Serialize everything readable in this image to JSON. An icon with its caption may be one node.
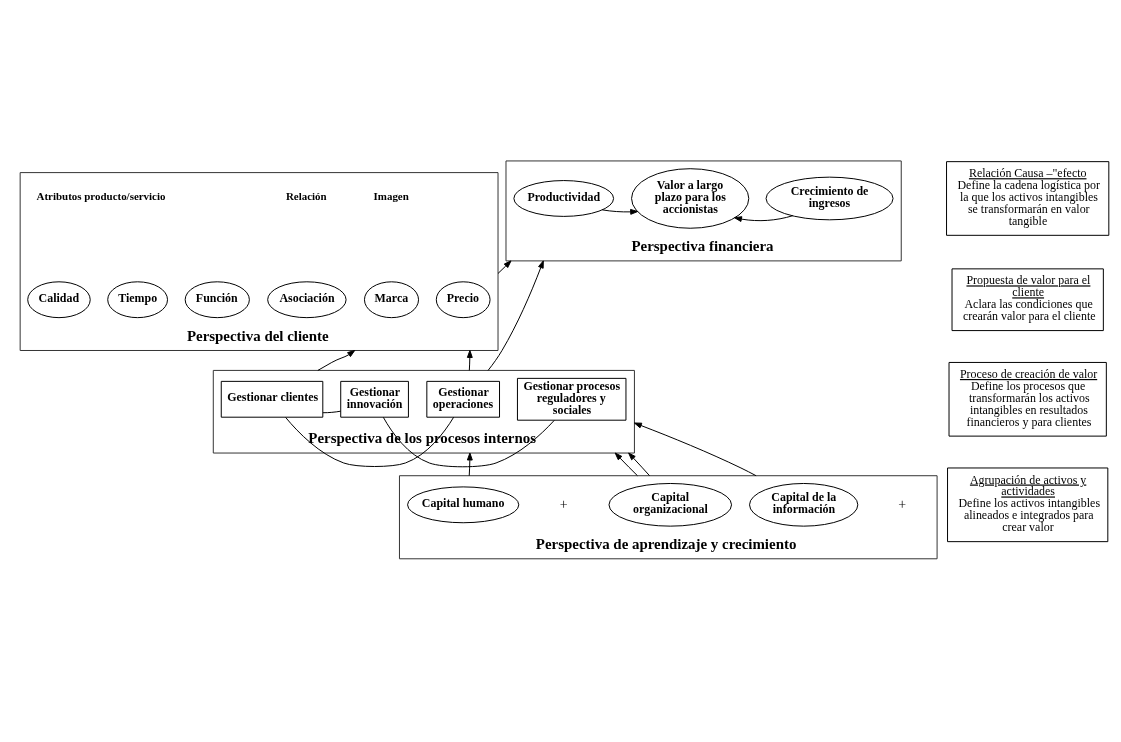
{
  "diagram": {
    "nodes": [
      {
        "text": [
          "Perspectiva financiera"
        ]
      },
      {
        "text": [
          "Productividad"
        ],
        "in": 0
      },
      {
        "text": [
          "Valor a largo plazo para los accionistas"
        ],
        "in": 0
      },
      {
        "text": [
          "Crecimiento de ingresos"
        ],
        "in": 0
      },
      {
        "text": [
          "Perspectiva del cliente"
        ]
      },
      {
        "text": [
          "Precio"
        ],
        "in": 4
      },
      {
        "text": [
          "Calidad"
        ],
        "in": 4
      },
      {
        "text": [
          "Tiempo"
        ],
        "in": 4
      },
      {
        "text": [
          "Función"
        ],
        "in": 4
      },
      {
        "text": [
          "Asociación"
        ],
        "in": 4
      },
      {
        "text": [
          "Marca"
        ],
        "in": 4
      },
      {
        "text": [
          "Perspectiva de los procesos internos"
        ]
      },
      {
        "text": [
          "Gestionar operaciones"
        ],
        "in": 11
      },
      {
        "text": [
          "Gestionar clientes"
        ],
        "in": 11
      },
      {
        "text": [
          "Gestionar innovación"
        ],
        "in": 11
      },
      {
        "text": [
          "Gestionar procesos reguladores y sociales"
        ],
        "in": 11
      },
      {
        "text": [
          "Perspectiva de aprendizaje y crecimiento"
        ]
      },
      {
        "text": [
          "Capital humano"
        ],
        "in": 16
      },
      {
        "text": [
          "Capital de la información"
        ],
        "in": 16
      },
      {
        "text": [
          "Capital organizacional"
        ],
        "in": 16
      },
      {
        "text": [
          "Relación Causa –\"efecto",
          "Define la cadena logística por la que los activos intangibles se transformarán en valor tangible"
        ]
      },
      {
        "text": [
          "Propuesta de valor para el cliente",
          "Aclara las condiciones que crearán valor para el cliente"
        ]
      },
      {
        "text": [
          "Proceso de creación de valor",
          "Define los procesos que transformarán los activos intangibles en resultados financieros y para clientes"
        ]
      },
      {
        "text": [
          "Agrupación de activos y actividades",
          "Define los activos intangibles alineados e integrados para crear valor"
        ]
      }
    ],
    "edges": [
      {
        "from": 1,
        "to": 2,
        "arrow": "to"
      },
      {
        "from": 3,
        "to": 2,
        "arrow": "to"
      },
      {
        "from": 11,
        "to": 0,
        "arrow": "to"
      },
      {
        "from": 4,
        "to": 0,
        "arrow": "to"
      },
      {
        "from": 11,
        "to": 4,
        "arrow": "to"
      },
      {
        "from": 11,
        "to": 4,
        "arrow": "to"
      },
      {
        "from": 12,
        "to": 13,
        "arrow": "none"
      },
      {
        "from": 13,
        "to": 14,
        "arrow": "none"
      },
      {
        "from": 14,
        "to": 15,
        "arrow": "none"
      },
      {
        "from": 16,
        "to": 11,
        "arrow": "to"
      },
      {
        "from": 16,
        "to": 11,
        "arrow": "to"
      },
      {
        "from": 16,
        "to": 11,
        "arrow": "to"
      },
      {
        "from": 16,
        "to": 11,
        "arrow": "to"
      }
    ],
    "labels": [
      "Atributos producto/servicio",
      "Relación",
      "Imagen",
      "+",
      "+"
    ]
  }
}
